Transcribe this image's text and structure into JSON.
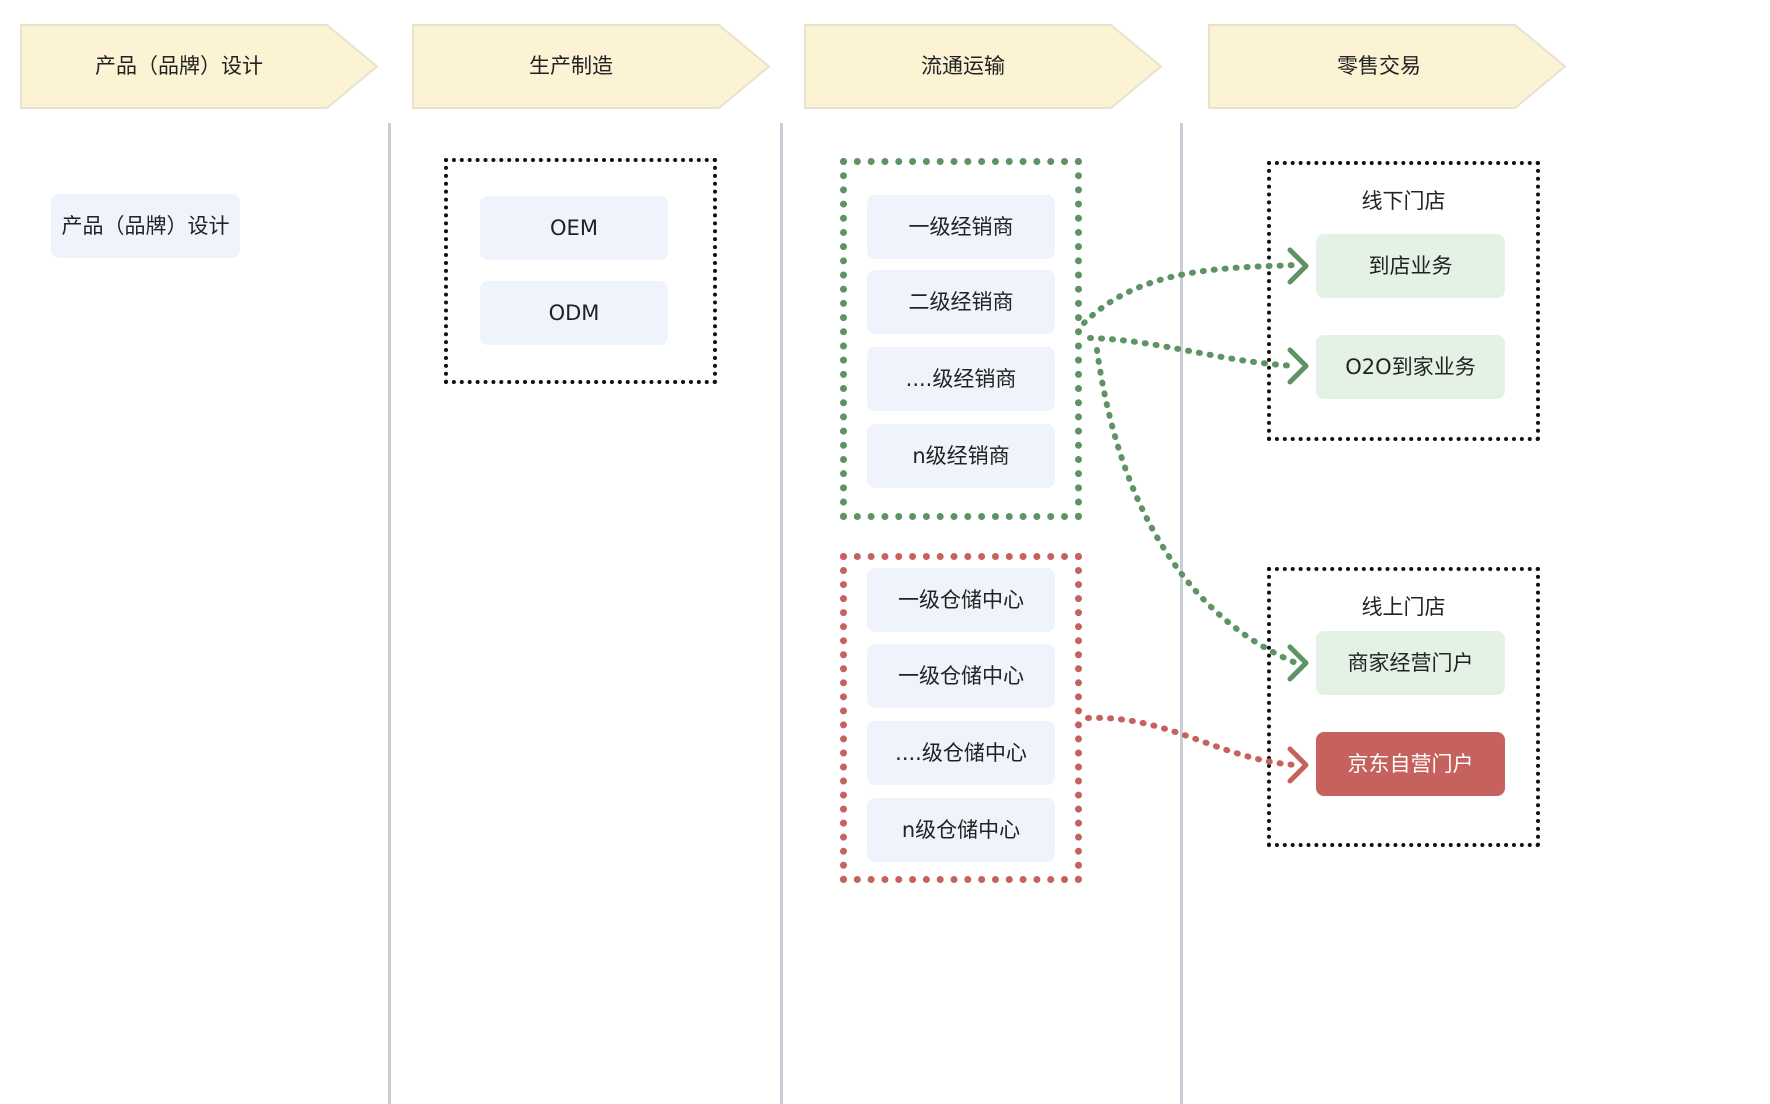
{
  "stages": [
    {
      "label": "产品（品牌）设计"
    },
    {
      "label": "生产制造"
    },
    {
      "label": "流通运输"
    },
    {
      "label": "零售交易"
    }
  ],
  "design": {
    "items": [
      "产品（品牌）设计"
    ]
  },
  "manufacturing": {
    "items": [
      "OEM",
      "ODM"
    ]
  },
  "distribution": {
    "dealers": [
      "一级经销商",
      "二级经销商",
      "....级经销商",
      "n级经销商"
    ],
    "warehouses": [
      "一级仓储中心",
      "一级仓储中心",
      "....级仓储中心",
      "n级仓储中心"
    ]
  },
  "retail": {
    "offline": {
      "title": "线下门店",
      "items": [
        "到店业务",
        "O2O到家业务"
      ]
    },
    "online": {
      "title": "线上门店",
      "items": [
        "商家经营门户",
        "京东自营门户"
      ]
    }
  },
  "colors": {
    "header_fill": "#fcf3d5",
    "header_stroke": "#e7e1cf",
    "node_fill": "#eff3fb",
    "green_node_fill": "#e3f2e5",
    "green": "#5e9363",
    "red": "#c6625e",
    "divider": "#c8ced6"
  }
}
